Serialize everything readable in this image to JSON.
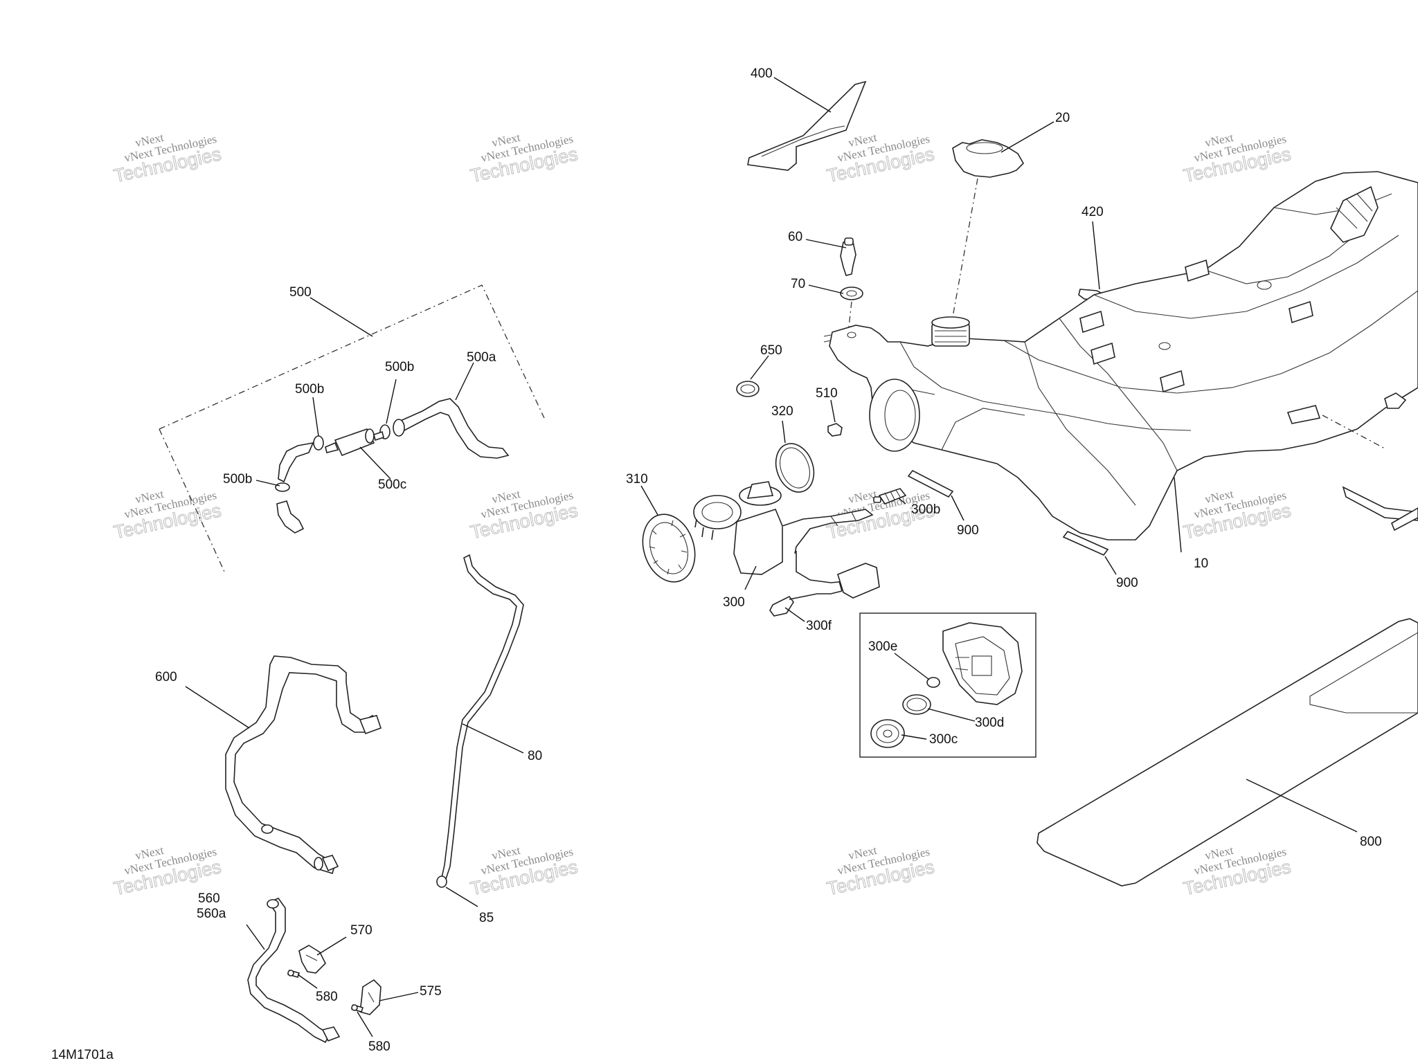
{
  "diagram": {
    "drawing_code": "14M1701a",
    "watermark": {
      "top": "vNext",
      "middle": "vNext Technologies",
      "bottom": "Technologies"
    },
    "callouts": [
      {
        "id": "400",
        "label": "400"
      },
      {
        "id": "20",
        "label": "20"
      },
      {
        "id": "60",
        "label": "60"
      },
      {
        "id": "70",
        "label": "70"
      },
      {
        "id": "420",
        "label": "420"
      },
      {
        "id": "500",
        "label": "500"
      },
      {
        "id": "500a",
        "label": "500a"
      },
      {
        "id": "500b-top",
        "label": "500b"
      },
      {
        "id": "500b-mid",
        "label": "500b"
      },
      {
        "id": "500b-left",
        "label": "500b"
      },
      {
        "id": "500c",
        "label": "500c"
      },
      {
        "id": "650",
        "label": "650"
      },
      {
        "id": "510",
        "label": "510"
      },
      {
        "id": "320",
        "label": "320"
      },
      {
        "id": "310",
        "label": "310"
      },
      {
        "id": "300",
        "label": "300"
      },
      {
        "id": "300b",
        "label": "300b"
      },
      {
        "id": "300f",
        "label": "300f"
      },
      {
        "id": "900-a",
        "label": "900"
      },
      {
        "id": "900-b",
        "label": "900"
      },
      {
        "id": "10",
        "label": "10"
      },
      {
        "id": "300e",
        "label": "300e"
      },
      {
        "id": "300d",
        "label": "300d"
      },
      {
        "id": "300c",
        "label": "300c"
      },
      {
        "id": "600",
        "label": "600"
      },
      {
        "id": "80",
        "label": "80"
      },
      {
        "id": "85",
        "label": "85"
      },
      {
        "id": "800",
        "label": "800"
      },
      {
        "id": "560",
        "label": "560"
      },
      {
        "id": "560a",
        "label": "560a"
      },
      {
        "id": "570",
        "label": "570"
      },
      {
        "id": "575",
        "label": "575"
      },
      {
        "id": "580-a",
        "label": "580"
      },
      {
        "id": "580-b",
        "label": "580"
      }
    ]
  }
}
